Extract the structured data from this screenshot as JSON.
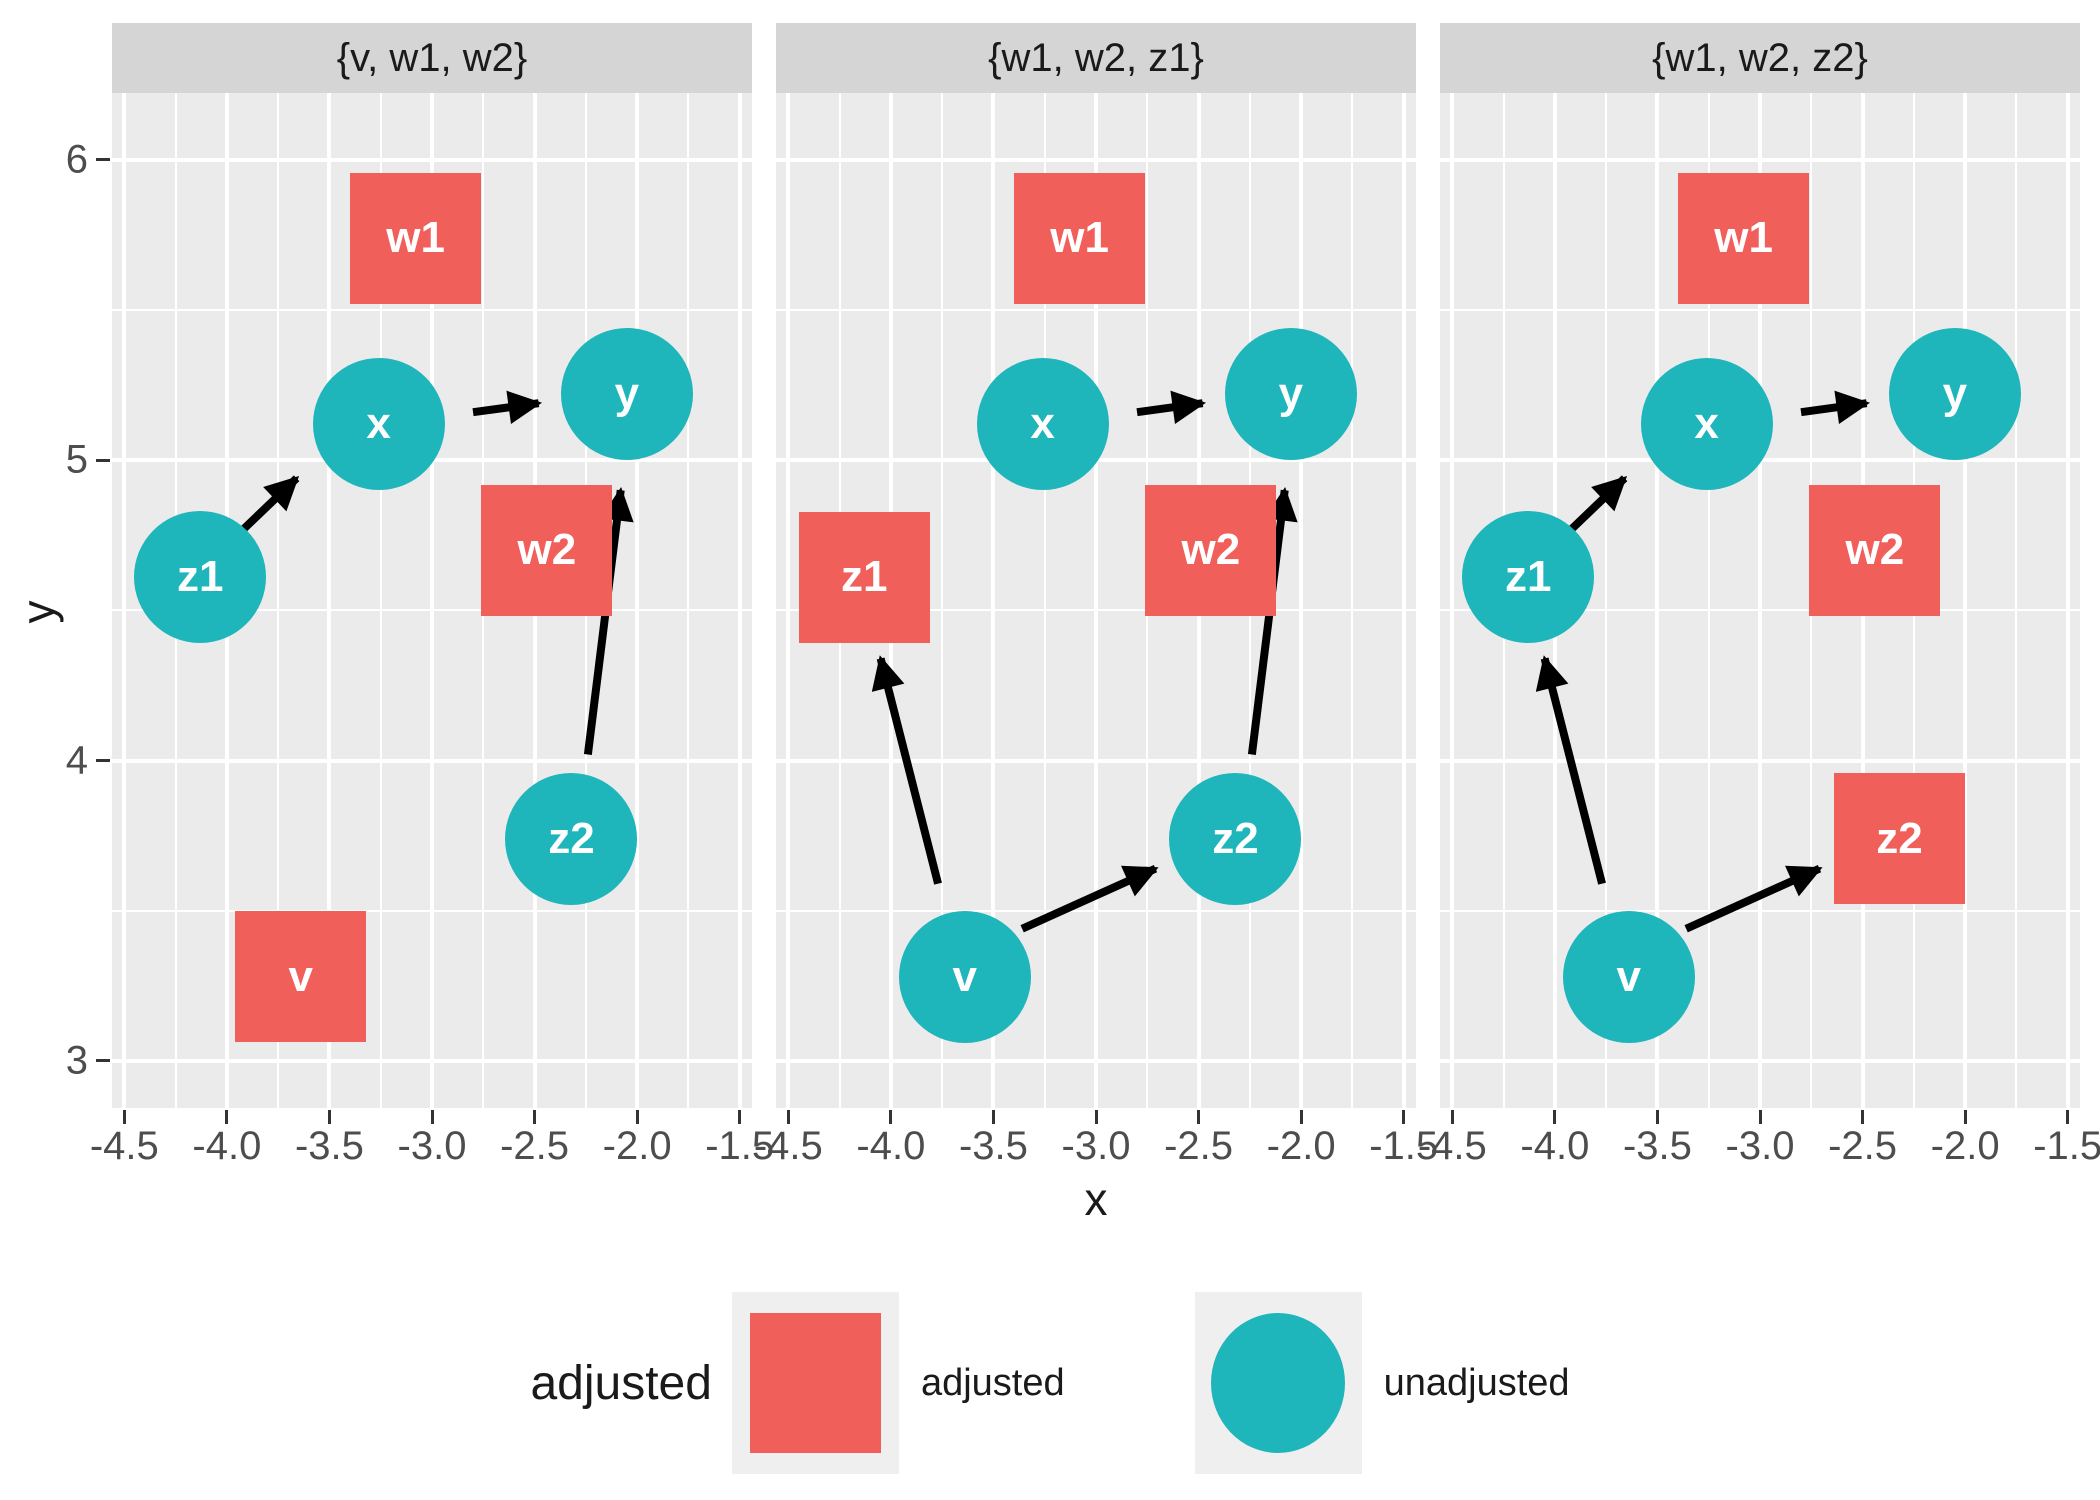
{
  "chart_data": {
    "type": "scatter",
    "subtype": "faceted-dag-adjustment-sets",
    "x_axis": {
      "title": "x",
      "tick_values": [
        -4.5,
        -4.0,
        -3.5,
        -3.0,
        -2.5,
        -2.0,
        -1.5
      ],
      "tick_labels": [
        "-4.5",
        "-4.0",
        "-3.5",
        "-3.0",
        "-2.5",
        "-2.0",
        "-1.5"
      ],
      "domain": [
        -4.56,
        -1.44
      ],
      "minor_tick_values": [
        -4.25,
        -3.75,
        -3.25,
        -2.75,
        -2.25,
        -1.75
      ]
    },
    "y_axis": {
      "title": "y",
      "tick_values": [
        6,
        5,
        4,
        3
      ],
      "tick_labels": [
        "6",
        "5",
        "4",
        "3"
      ],
      "domain": [
        2.843,
        6.223
      ],
      "minor_tick_values": [
        5.5,
        4.5,
        3.5
      ]
    },
    "grid": "on",
    "nodes": {
      "v": {
        "label": "v",
        "x": -3.64,
        "y": 3.28
      },
      "w1": {
        "label": "w1",
        "x": -3.08,
        "y": 5.74
      },
      "w2": {
        "label": "w2",
        "x": -2.44,
        "y": 4.7
      },
      "x": {
        "label": "x",
        "x": -3.26,
        "y": 5.12
      },
      "y": {
        "label": "y",
        "x": -2.05,
        "y": 5.22
      },
      "z1": {
        "label": "z1",
        "x": -4.13,
        "y": 4.61
      },
      "z2": {
        "label": "z2",
        "x": -2.32,
        "y": 3.74
      }
    },
    "edge_coords": {
      "z1>x": {
        "x1": -3.92,
        "y1": 4.77,
        "x2": -3.66,
        "y2": 4.94
      },
      "x>y": {
        "x1": -2.8,
        "y1": 5.16,
        "x2": -2.48,
        "y2": 5.19
      },
      "z2>y": {
        "x1": -2.24,
        "y1": 4.02,
        "x2": -2.08,
        "y2": 4.9
      },
      "v>z1": {
        "x1": -3.77,
        "y1": 3.59,
        "x2": -4.05,
        "y2": 4.34
      },
      "v>z2": {
        "x1": -3.36,
        "y1": 3.44,
        "x2": -2.71,
        "y2": 3.64
      }
    },
    "facets": [
      {
        "label": "{v, w1, w2}",
        "adjusted": [
          "v",
          "w1",
          "w2"
        ],
        "unadjusted": [
          "x",
          "y",
          "z1",
          "z2"
        ],
        "edges": [
          "z1>x",
          "x>y",
          "z2>y"
        ]
      },
      {
        "label": "{w1, w2, z1}",
        "adjusted": [
          "w1",
          "w2",
          "z1"
        ],
        "unadjusted": [
          "v",
          "x",
          "y",
          "z2"
        ],
        "edges": [
          "v>z1",
          "v>z2",
          "x>y",
          "z2>y"
        ]
      },
      {
        "label": "{w1, w2, z2}",
        "adjusted": [
          "w1",
          "w2",
          "z2"
        ],
        "unadjusted": [
          "v",
          "x",
          "y",
          "z1"
        ],
        "edges": [
          "v>z1",
          "v>z2",
          "z1>x",
          "x>y"
        ]
      }
    ],
    "legend": {
      "title": "adjusted",
      "position": "bottom",
      "items": [
        {
          "label": "adjusted",
          "shape": "square"
        },
        {
          "label": "unadjusted",
          "shape": "circle"
        }
      ]
    },
    "colors": {
      "adjusted": "#f15f5b",
      "unadjusted": "#1eb5bb",
      "panel_background": "#ebebeb",
      "strip_background": "#d5d5d5",
      "gridline": "#ffffff",
      "edge": "#000000",
      "node_label": "#ffffff",
      "tick_text": "#4d4d4d",
      "axis_title_text": "#1a1a1a"
    }
  }
}
